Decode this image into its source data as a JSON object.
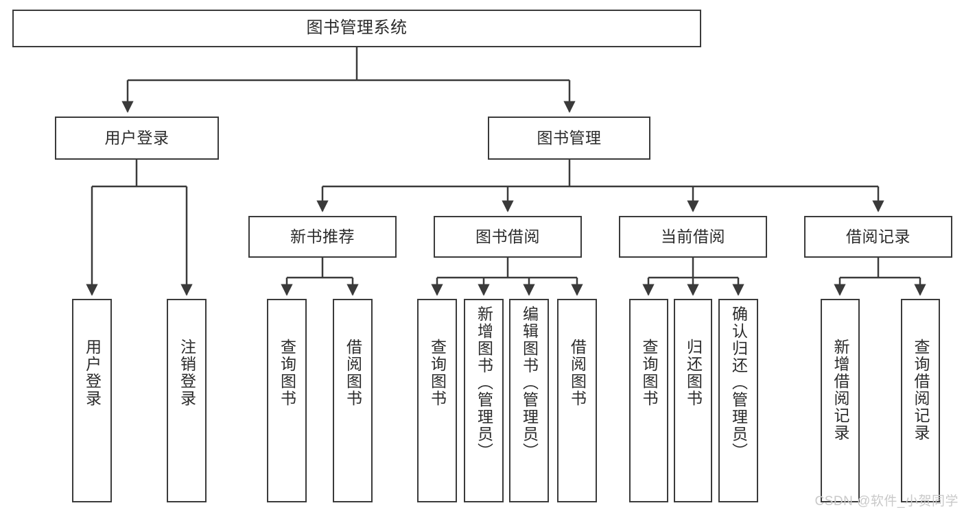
{
  "diagram": {
    "title": "图书管理系统",
    "type": "tree-hierarchy-chart",
    "watermark": "CSDN @软件_小贺同学",
    "colors": {
      "stroke": "#3a3a3a",
      "node_fill": "#ffffff",
      "text": "#2b2b2b",
      "background": "#ffffff",
      "watermark": "#c9c9c9"
    },
    "root": {
      "label": "图书管理系统"
    },
    "level2": [
      {
        "label": "用户登录"
      },
      {
        "label": "图书管理"
      }
    ],
    "level3": [
      {
        "label": "新书推荐"
      },
      {
        "label": "图书借阅"
      },
      {
        "label": "当前借阅"
      },
      {
        "label": "借阅记录"
      }
    ],
    "leaves": {
      "user_login": [
        {
          "label": "用户登录"
        },
        {
          "label": "注销登录"
        }
      ],
      "new_book_recommend": [
        {
          "label": "查询图书"
        },
        {
          "label": "借阅图书"
        }
      ],
      "book_borrow": [
        {
          "label": "查询图书"
        },
        {
          "label": "新增图书（管理员）"
        },
        {
          "label": "编辑图书（管理员）"
        },
        {
          "label": "借阅图书"
        }
      ],
      "current_borrow": [
        {
          "label": "查询图书"
        },
        {
          "label": "归还图书"
        },
        {
          "label": "确认归还（管理员）"
        }
      ],
      "borrow_record": [
        {
          "label": "新增借阅记录"
        },
        {
          "label": "查询借阅记录"
        }
      ]
    }
  }
}
